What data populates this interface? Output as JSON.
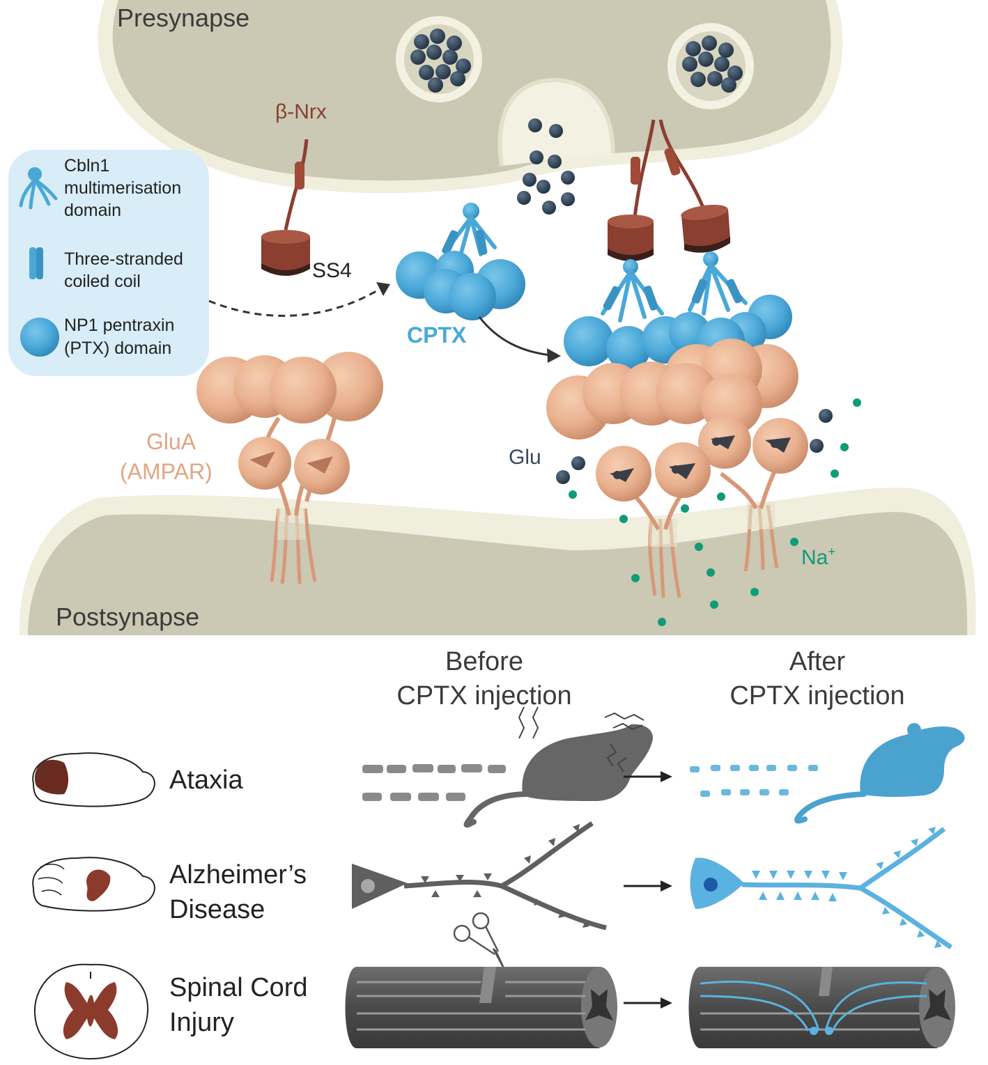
{
  "colors": {
    "membrane": "#cfccb8",
    "membrane_edge": "#ecebd8",
    "membrane_rim": "#f3f1e2",
    "cytoplasm_text": "#3b3b3b",
    "nrx": "#8a3f30",
    "cptx": "#4aa8d8",
    "legend_bg": "#d8edf7",
    "ampar": "#e8b08f",
    "glu": "#34495e",
    "na": "#0f9b78",
    "disease_tissue": "#8b3a2c",
    "grey_pathology": "#5f5f5f"
  },
  "top": {
    "presynapse": "Presynapse",
    "postsynapse": "Postsynapse",
    "beta_nrx": "β-Nrx",
    "ss4": "SS4",
    "cptx": "CPTX",
    "glua_line1": "GluA",
    "glua_line2": "(AMPAR)",
    "glu": "Glu",
    "na": "Na",
    "na_charge": "+"
  },
  "legend": {
    "items": [
      {
        "icon": "multimerisation-domain-icon",
        "lines": [
          "Cbln1",
          "multimerisation",
          "domain"
        ]
      },
      {
        "icon": "coiled-coil-icon",
        "lines": [
          "Three-stranded",
          "coiled coil"
        ]
      },
      {
        "icon": "pentraxin-domain-icon",
        "lines": [
          "NP1 pentraxin",
          "(PTX) domain"
        ]
      }
    ]
  },
  "bottom": {
    "before_line1": "Before",
    "before_line2": "CPTX injection",
    "after_line1": "After",
    "after_line2": "CPTX injection",
    "rows": [
      {
        "lines": [
          "Ataxia"
        ]
      },
      {
        "lines": [
          "Alzheimer’s",
          "Disease"
        ]
      },
      {
        "lines": [
          "Spinal Cord",
          "Injury"
        ]
      }
    ]
  }
}
